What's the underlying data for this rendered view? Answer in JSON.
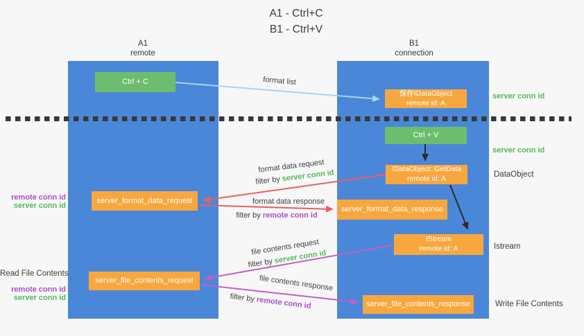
{
  "title": {
    "line1": "A1 - Ctrl+C",
    "line2": "B1 - Ctrl+V"
  },
  "lanes": {
    "a": {
      "name": "A1",
      "role": "remote"
    },
    "b": {
      "name": "B1",
      "role": "connection"
    }
  },
  "nodes": {
    "ctrl_c": {
      "label": "Ctrl + C"
    },
    "save_dataobject": {
      "line1": "保存IDataObject",
      "line2": "remote id: A"
    },
    "ctrl_v": {
      "label": "Ctrl + V"
    },
    "getdata": {
      "line1": "IDataObject::GetData",
      "line2": "remote id: A"
    },
    "format_request": {
      "label": "server_format_data_request"
    },
    "format_response": {
      "label": "server_format_data_response"
    },
    "istream": {
      "line1": "IStream",
      "line2": "remote id: A"
    },
    "file_request": {
      "label": "server_file_contents_request"
    },
    "file_response": {
      "label": "server_file_contents_response"
    }
  },
  "left_labels": {
    "remote_conn_id_1": "remote conn id",
    "server_conn_id_1": "server conn id",
    "read_file_contents": "Read File Contents",
    "remote_conn_id_2": "remote conn id",
    "server_conn_id_2": "server conn id"
  },
  "right_labels": {
    "server_conn_id_top": "server conn id",
    "server_conn_id_mid": "server conn id",
    "dataobject": "DataObject",
    "istream": "Istream",
    "write_file_contents": "Write File Contents"
  },
  "edge_labels": {
    "format_list": "format list",
    "format_data_request": "format data request",
    "format_data_response": "format data response",
    "file_contents_request": "file contents request",
    "file_contents_response": "file contents response",
    "filter_prefix": "filter by",
    "server_conn_id": "server conn id",
    "remote_conn_id": "remote conn id"
  },
  "colors": {
    "lane_blue": "#4b87d8",
    "box_orange": "#f8a73e",
    "box_green": "#6cbd6e",
    "green_text": "#56b856",
    "purple_text": "#a950c5",
    "blue_arrow": "#a9d3f2",
    "red_arrow": "#e9605f",
    "magenta_arrow": "#c45ec4",
    "black_arrow": "#2b2b2b",
    "divider": "#383838",
    "background": "#f7f7f8"
  }
}
